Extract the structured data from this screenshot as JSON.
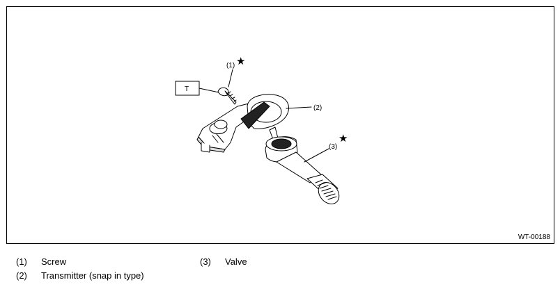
{
  "figure": {
    "id": "WT-00188",
    "tightening_label": "T",
    "star_symbol": "★",
    "callouts": [
      {
        "num": "(1)",
        "starred": true
      },
      {
        "num": "(2)",
        "starred": false
      },
      {
        "num": "(3)",
        "starred": true
      }
    ]
  },
  "legend": [
    {
      "num": "(1)",
      "text": "Screw"
    },
    {
      "num": "(2)",
      "text": "Transmitter (snap in type)"
    },
    {
      "num": "(3)",
      "text": "Valve"
    }
  ]
}
